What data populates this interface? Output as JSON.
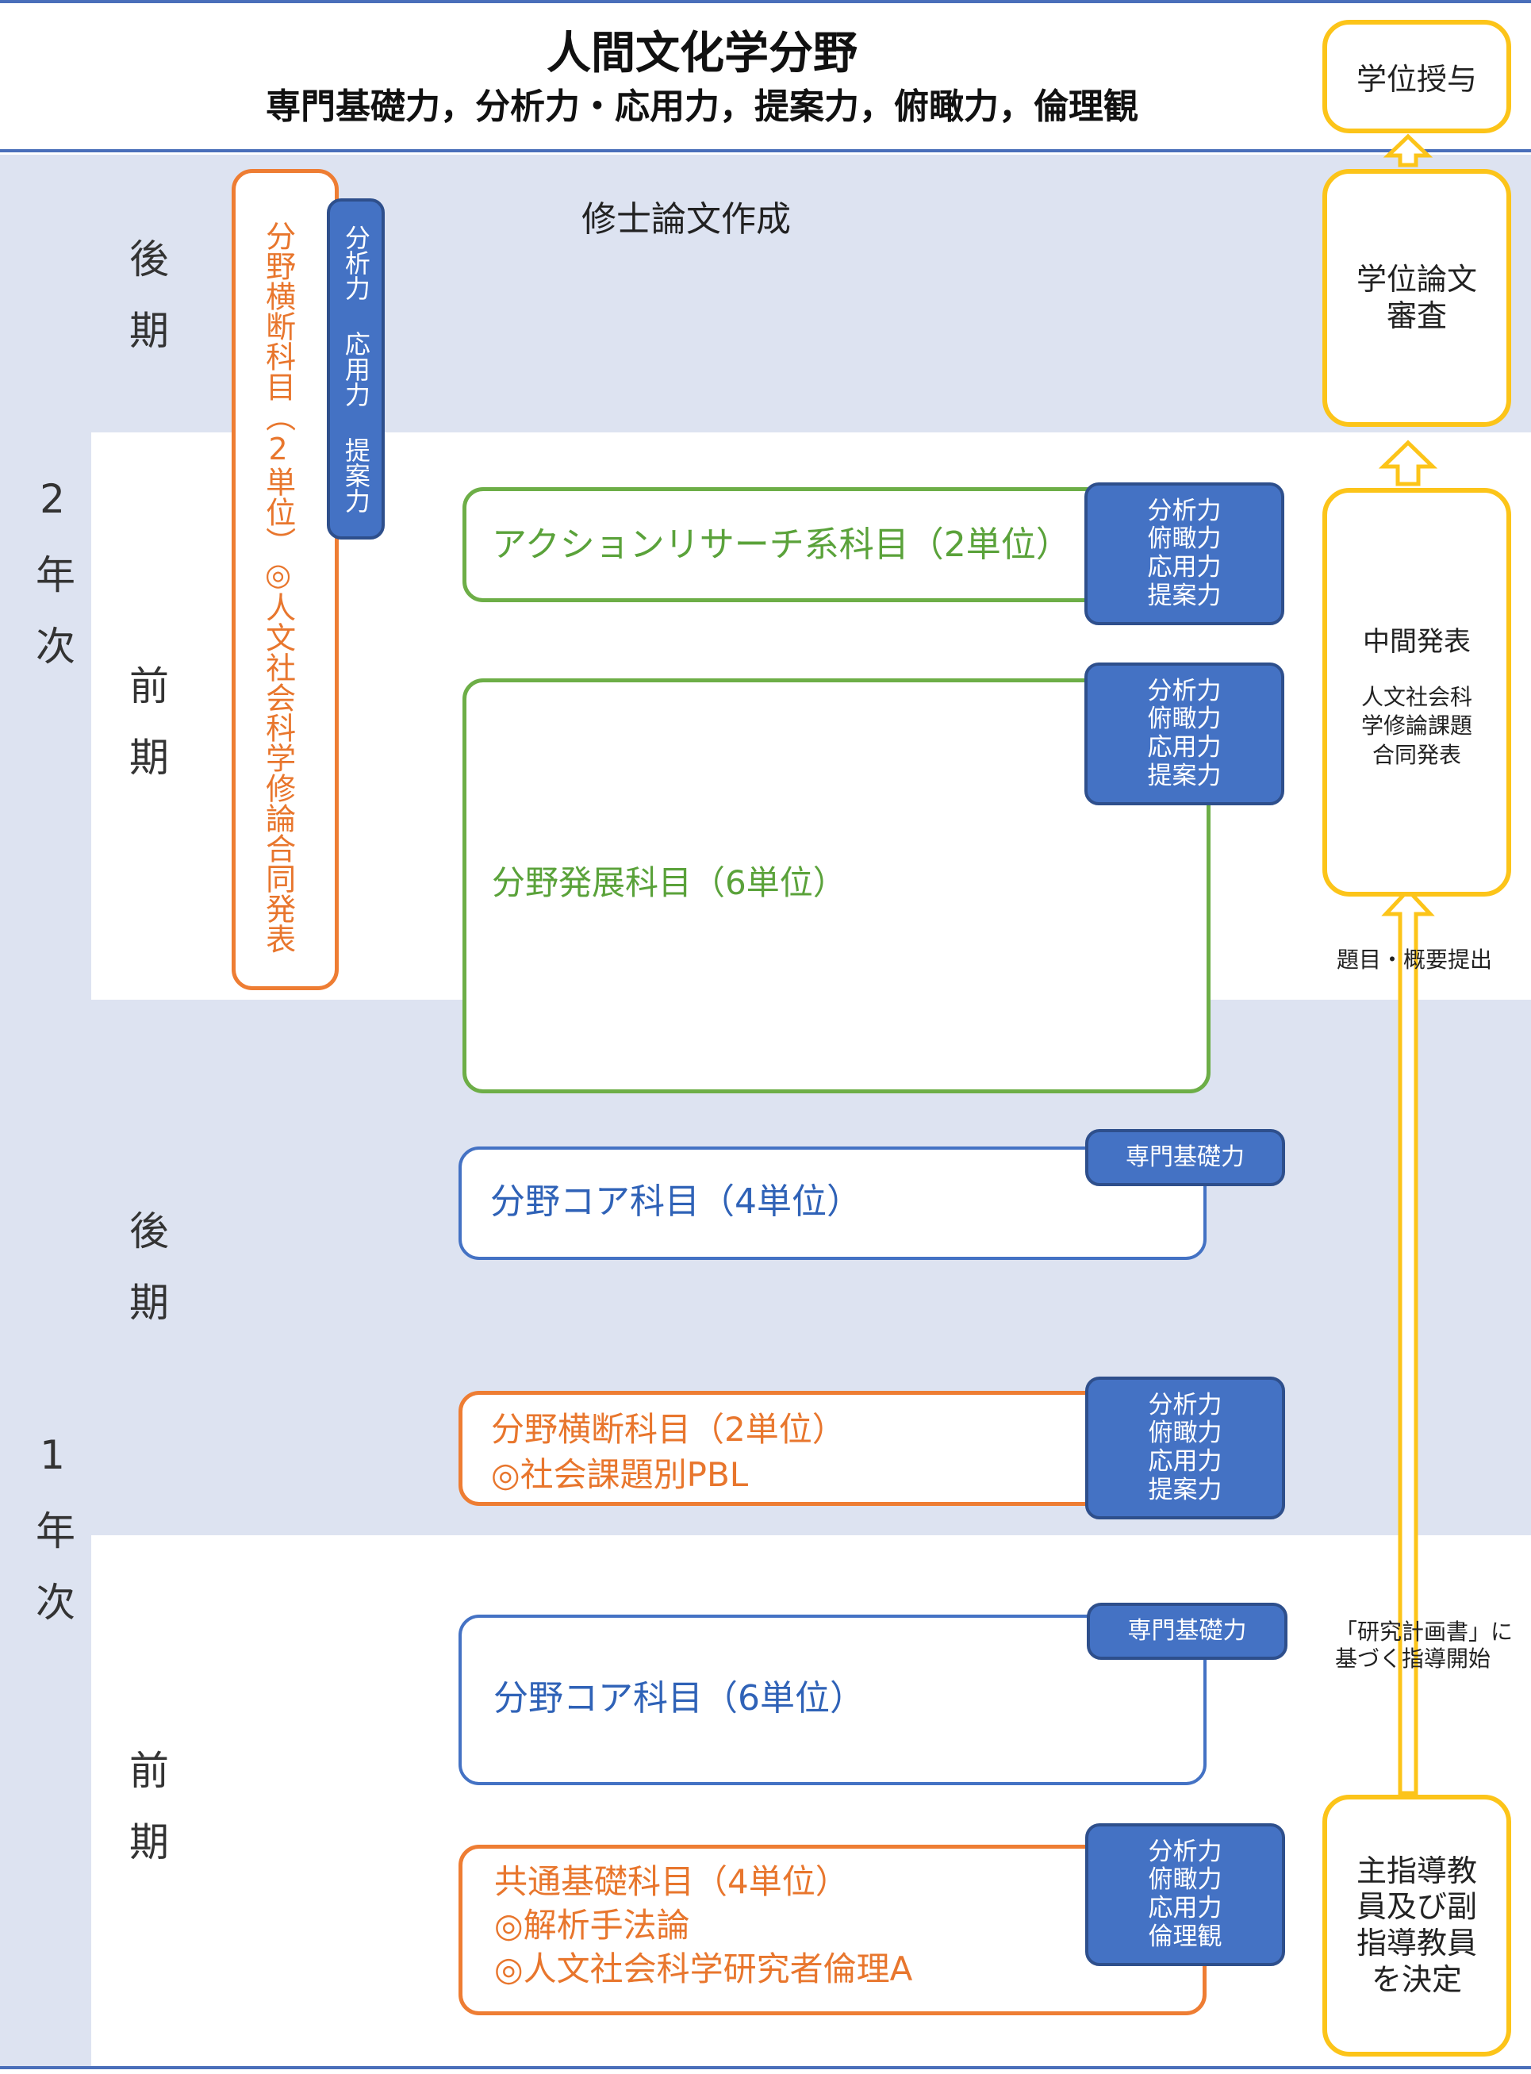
{
  "header": {
    "title": "人間文化学分野",
    "subtitle": "専門基礎力，分析力・応用力，提案力，俯瞰力，倫理観"
  },
  "years": {
    "year2": "2年次",
    "year1": "1年次"
  },
  "terms": {
    "y2_later": "後期",
    "y2_early": "前期",
    "y1_later": "後期",
    "y1_early": "前期"
  },
  "thesis_label": "修士論文作成",
  "cross_vertical": {
    "text": "分野横断科目（2単位）◎人文社会科学修論合同発表",
    "tag": "分析力 応用力 提案力"
  },
  "courses": {
    "action_research": {
      "label": "アクションリサーチ系科目（2単位）",
      "tags": [
        "分析力",
        "俯瞰力",
        "応用力",
        "提案力"
      ]
    },
    "development": {
      "label": "分野発展科目（6単位）",
      "tags": [
        "分析力",
        "俯瞰力",
        "応用力",
        "提案力"
      ]
    },
    "core_later": {
      "label": "分野コア科目（4単位）",
      "tags": [
        "専門基礎力"
      ]
    },
    "cross_pbl": {
      "line1": "分野横断科目（2単位）",
      "line2": "◎社会課題別PBL",
      "tags": [
        "分析力",
        "俯瞰力",
        "応用力",
        "提案力"
      ]
    },
    "core_early": {
      "label": "分野コア科目（6単位）",
      "tags": [
        "専門基礎力"
      ]
    },
    "common": {
      "line1": "共通基礎科目（4単位）",
      "line2": "◎解析手法論",
      "line3": "◎人文社会科学研究者倫理A",
      "tags": [
        "分析力",
        "俯瞰力",
        "応用力",
        "倫理観"
      ]
    }
  },
  "milestones": {
    "degree": "学位授与",
    "review": [
      "学位論文",
      "審査"
    ],
    "interim_title": "中間発表",
    "interim_sub": [
      "人文社会科",
      "学修論課題",
      "合同発表"
    ],
    "advisor": [
      "主指導教",
      "員及び副",
      "指導教員",
      "を決定"
    ]
  },
  "arrow_labels": {
    "topic": "題目・概要提出",
    "plan": [
      "「研究計画書」に",
      "基づく指導開始"
    ]
  },
  "colors": {
    "band": "#dde3f1",
    "divider": "#4a6fba",
    "orange": "#ee7d33",
    "green": "#6dae47",
    "blue": "#4472c4",
    "yellow": "#fcc419"
  }
}
